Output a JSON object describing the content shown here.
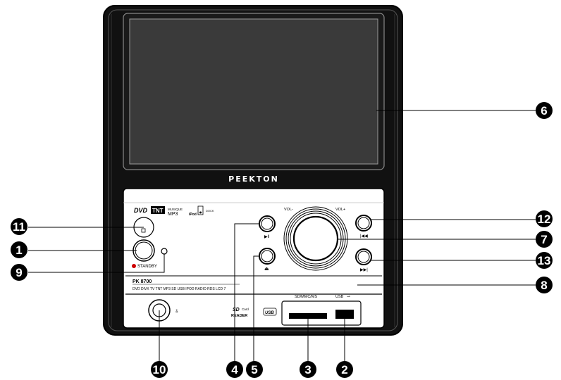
{
  "device": {
    "brand": "PEEKTON",
    "model": "PK 8700",
    "features_line": "DVD DIVX TV TNT MP3 SD USB IPOD RADIO RDS LCD 7",
    "logo_dvd": "DVD",
    "logo_tnt": "TNT",
    "logo_musique": "MUSIQUE",
    "logo_mp3": "MP3",
    "logo_ipod": "iPod",
    "logo_dock": "DOCK",
    "vol_minus": "VOL-",
    "vol_plus": "VOL+",
    "standby": "STANDBY",
    "sd_label": "SD/MMC/MS",
    "usb_label": "USB",
    "card_reader_sd": "SD",
    "card_reader_card": "Card",
    "card_reader_reader": "READER",
    "usb_logo": "USB"
  },
  "callouts": [
    {
      "id": "1",
      "label": "1"
    },
    {
      "id": "2",
      "label": "2"
    },
    {
      "id": "3",
      "label": "3"
    },
    {
      "id": "4",
      "label": "4"
    },
    {
      "id": "5",
      "label": "5"
    },
    {
      "id": "6",
      "label": "6"
    },
    {
      "id": "7",
      "label": "7"
    },
    {
      "id": "8",
      "label": "8"
    },
    {
      "id": "9",
      "label": "9"
    },
    {
      "id": "10",
      "label": "10"
    },
    {
      "id": "11",
      "label": "11"
    },
    {
      "id": "12",
      "label": "12"
    },
    {
      "id": "13",
      "label": "13"
    }
  ]
}
